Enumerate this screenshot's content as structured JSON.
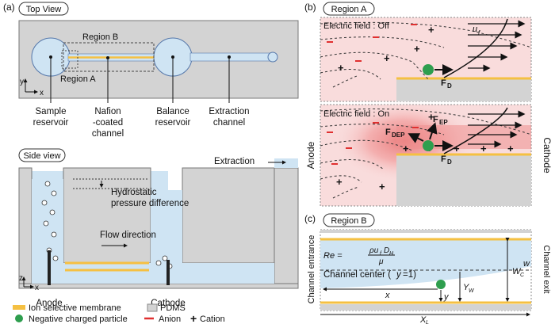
{
  "panel_a": {
    "label": "(a)",
    "top_view_title": "Top View",
    "region_b": "Region B",
    "region_a": "Region A",
    "axis_y": "y",
    "axis_x": "x",
    "callouts": [
      [
        "Sample",
        "reservoir"
      ],
      [
        "Nafion",
        "-coated",
        "channel"
      ],
      [
        "Balance",
        "reservoir"
      ],
      [
        "Extraction",
        "channel"
      ]
    ],
    "side_view_title": "Side view",
    "extraction": "Extraction",
    "hydrostatic": [
      "Hydrostatic",
      "pressure difference"
    ],
    "flow_direction": "Flow direction",
    "axis_z": "z",
    "anode": "Anode",
    "cathode": "Cathode",
    "legend": {
      "ion_membrane": "Ion selective membrane",
      "pdms": "PDMS",
      "neg_particle": "Negative charged particle",
      "anion": "Anion",
      "cation": "Cation"
    }
  },
  "panel_b": {
    "label": "(b)",
    "title": "Region A",
    "field_off": "Electric field : Off",
    "field_on": "Electric field : On",
    "u_label": "u",
    "u_sub": "f",
    "fd": "F",
    "fd_sub": "D",
    "fep_sub": "EP",
    "fdep_sub": "DEP",
    "anode_side": "Anode",
    "cathode_side": "Cathode"
  },
  "panel_c": {
    "label": "(c)",
    "title": "Region B",
    "re_lhs": "Re =",
    "re_num": "ρu",
    "re_num_sub": "f",
    "re_num2": "D",
    "re_num2_sub": "H",
    "re_den": "μ",
    "center": "Channel center (",
    "center_y": "y",
    "center_rest": "=1)",
    "x": "x",
    "y": "y",
    "yw": "Y",
    "yw_sub": "W",
    "wc": "W",
    "wc_sub": "C",
    "w": "w",
    "xl": "X",
    "xl_sub": "L",
    "entrance": "Channel entrance",
    "exit": "Channel exit"
  },
  "colors": {
    "membrane": "#f5c042",
    "pdms": "#d3d3d3",
    "fluid": "#cfe4f3",
    "particle": "#2e9e4e",
    "anion": "#e03030",
    "region_pink": "#f9dcdc"
  }
}
